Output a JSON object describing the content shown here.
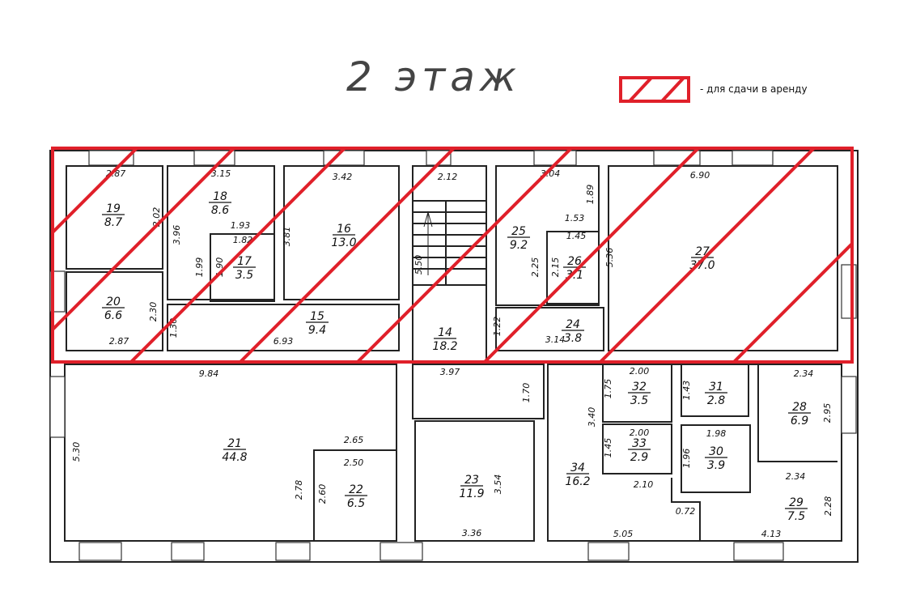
{
  "title": "2 этаж",
  "legend": {
    "text": "- для сдачи в аренду",
    "color": "#e0202a"
  },
  "rooms": [
    {
      "number": "19",
      "area": "8.7"
    },
    {
      "number": "20",
      "area": "6.6"
    },
    {
      "number": "18",
      "area": "8.6"
    },
    {
      "number": "17",
      "area": "3.5"
    },
    {
      "number": "16",
      "area": "13.0"
    },
    {
      "number": "15",
      "area": "9.4"
    },
    {
      "number": "14",
      "area": "18.2"
    },
    {
      "number": "25",
      "area": "9.2"
    },
    {
      "number": "26",
      "area": "3.1"
    },
    {
      "number": "24",
      "area": "3.8"
    },
    {
      "number": "27",
      "area": "37.0"
    },
    {
      "number": "21",
      "area": "44.8"
    },
    {
      "number": "22",
      "area": "6.5"
    },
    {
      "number": "23",
      "area": "11.9"
    },
    {
      "number": "34",
      "area": "16.2"
    },
    {
      "number": "32",
      "area": "3.5"
    },
    {
      "number": "33",
      "area": "2.9"
    },
    {
      "number": "31",
      "area": "2.8"
    },
    {
      "number": "30",
      "area": "3.9"
    },
    {
      "number": "28",
      "area": "6.9"
    },
    {
      "number": "29",
      "area": "7.5"
    }
  ],
  "dims_h": [
    "2.87",
    "3.15",
    "3.42",
    "2.12",
    "3.04",
    "6.90",
    "1.93",
    "1.82",
    "1.53",
    "1.45",
    "2.87",
    "6.93",
    "3.14",
    "9.84",
    "3.97",
    "2.65",
    "2.50",
    "3.36",
    "2.00",
    "2.00",
    "2.10",
    "1.98",
    "2.34",
    "2.34",
    "0.72",
    "5.05",
    "4.13"
  ],
  "dims_v": [
    "2.02",
    "3.96",
    "1.99",
    "1.90",
    "3.81",
    "2.30",
    "1.30",
    "5.50",
    "1.89",
    "2.25",
    "2.15",
    "5.36",
    "1.22",
    "1.70",
    "5.30",
    "2.78",
    "2.60",
    "3.54",
    "1.75",
    "3.40",
    "1.45",
    "1.43",
    "1.96",
    "2.95",
    "2.28"
  ]
}
